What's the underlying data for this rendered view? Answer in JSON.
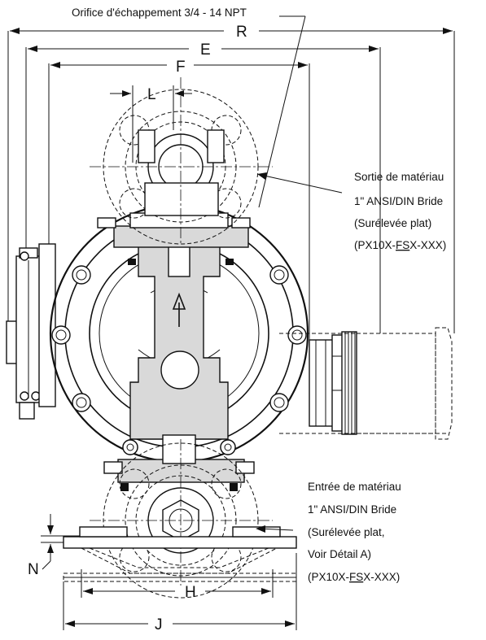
{
  "callouts": {
    "exhaust": "Orifice d'échappement 3/4 - 14 NPT",
    "outlet": [
      "Sortie de matériau",
      "1\" ANSI/DIN Bride",
      "(Surélevée plat)"
    ],
    "outlet_part": {
      "prefix": "(PX10X-",
      "underlined": "FS",
      "suffix": "X-XXX)"
    },
    "inlet": [
      "Entrée de matériau",
      "1\" ANSI/DIN Bride",
      "(Surélevée plat,",
      "Voir Détail A)"
    ],
    "inlet_part": {
      "prefix": "(PX10X-",
      "underlined": "FS",
      "suffix": "X-XXX)"
    }
  },
  "dimensions": {
    "R": "R",
    "E": "E",
    "F": "F",
    "L": "L",
    "H": "H",
    "J": "J",
    "N": "N"
  }
}
